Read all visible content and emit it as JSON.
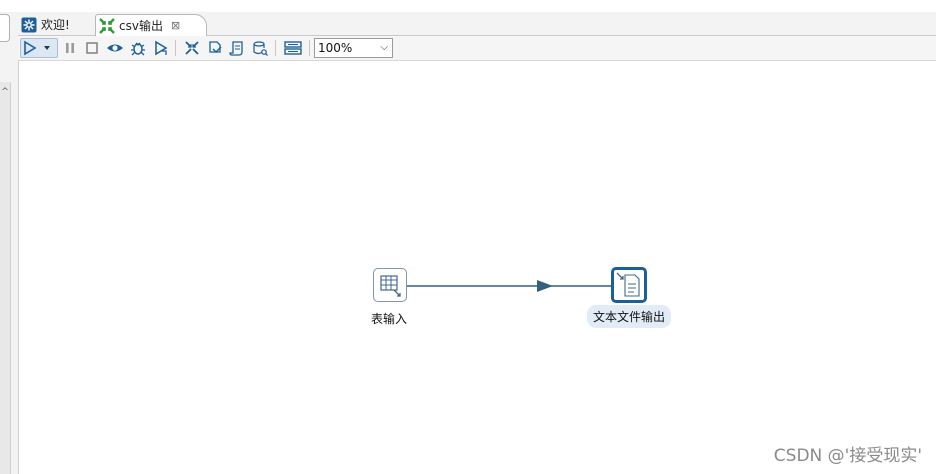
{
  "tabs": [
    {
      "label": "欢迎!"
    },
    {
      "label": "csv输出"
    }
  ],
  "toolbar": {
    "zoom_value": "100%"
  },
  "steps": {
    "input": {
      "label": "表输入"
    },
    "output": {
      "label": "文本文件输出"
    }
  },
  "watermark": "CSDN @'接受现实'",
  "colors": {
    "hop": "#34607f",
    "selected_border": "#1c5f98",
    "selected_label_bg": "#e2ecf7"
  }
}
